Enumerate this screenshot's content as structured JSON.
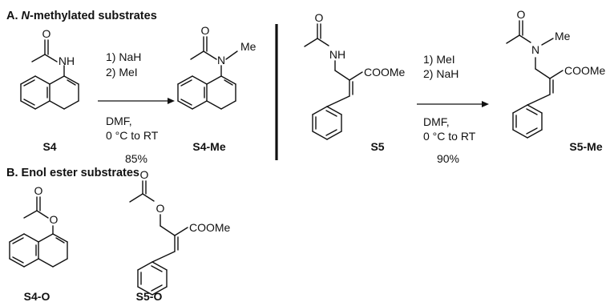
{
  "sections": {
    "a_prefix": "A. ",
    "a_italic": "N",
    "a_rest": "-methylated substrates",
    "b_title": "B. Enol ester substrates"
  },
  "reaction_1": {
    "conditions": [
      "1) NaH",
      "2) MeI",
      "DMF,",
      "0 °C to RT"
    ],
    "yield": "85%",
    "reactant_label": "S4",
    "product_label": "S4-Me"
  },
  "reaction_2": {
    "conditions": [
      "1) MeI",
      "2) NaH",
      "DMF,",
      "0 °C to RT"
    ],
    "yield": "90%",
    "reactant_label": "S5",
    "product_label": "S5-Me"
  },
  "enol_esters": {
    "s4o_label": "S4-O",
    "s5o_label": "S5-O"
  },
  "atoms": {
    "o": "O",
    "nh": "NH",
    "n": "N",
    "me": "Me",
    "coome": "COOMe"
  }
}
